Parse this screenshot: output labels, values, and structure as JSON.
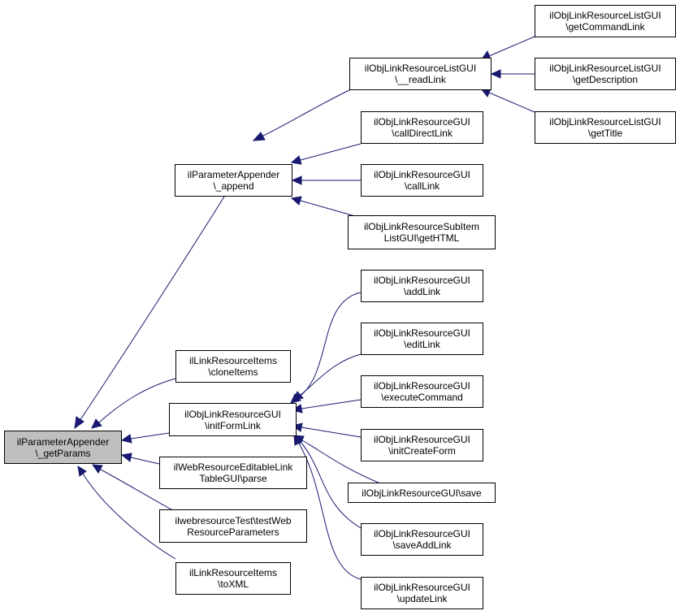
{
  "colors": {
    "edge": "#191970",
    "root_fill": "#bfbfbf",
    "node_fill": "#ffffff",
    "node_border": "#000000"
  },
  "nodes": {
    "root": [
      "ilParameterAppender",
      "\\_getParams"
    ],
    "append": [
      "ilParameterAppender",
      "\\_append"
    ],
    "readLink": [
      "ilObjLinkResourceListGUI",
      "\\__readLink"
    ],
    "getCommandLink": [
      "ilObjLinkResourceListGUI",
      "\\getCommandLink"
    ],
    "getDescription": [
      "ilObjLinkResourceListGUI",
      "\\getDescription"
    ],
    "getTitle": [
      "ilObjLinkResourceListGUI",
      "\\getTitle"
    ],
    "callDirectLink": [
      "ilObjLinkResourceGUI",
      "\\callDirectLink"
    ],
    "callLink": [
      "ilObjLinkResourceGUI",
      "\\callLink"
    ],
    "getHTML": [
      "ilObjLinkResourceSubItem",
      "ListGUI\\getHTML"
    ],
    "cloneItems": [
      "ilLinkResourceItems",
      "\\cloneItems"
    ],
    "initFormLink": [
      "ilObjLinkResourceGUI",
      "\\initFormLink"
    ],
    "addLink": [
      "ilObjLinkResourceGUI",
      "\\addLink"
    ],
    "editLink": [
      "ilObjLinkResourceGUI",
      "\\editLink"
    ],
    "executeCommand": [
      "ilObjLinkResourceGUI",
      "\\executeCommand"
    ],
    "initCreateForm": [
      "ilObjLinkResourceGUI",
      "\\initCreateForm"
    ],
    "save": [
      "ilObjLinkResourceGUI\\save"
    ],
    "saveAddLink": [
      "ilObjLinkResourceGUI",
      "\\saveAddLink"
    ],
    "updateLink": [
      "ilObjLinkResourceGUI",
      "\\updateLink"
    ],
    "parse": [
      "ilWebResourceEditableLink",
      "TableGUI\\parse"
    ],
    "testWeb": [
      "ilwebresourceTest\\testWeb",
      "ResourceParameters"
    ],
    "toXML": [
      "ilLinkResourceItems",
      "\\toXML"
    ]
  },
  "edges": [
    [
      "append",
      "root"
    ],
    [
      "readLink",
      "append"
    ],
    [
      "getCommandLink",
      "readLink"
    ],
    [
      "getDescription",
      "readLink"
    ],
    [
      "getTitle",
      "readLink"
    ],
    [
      "callDirectLink",
      "append"
    ],
    [
      "callLink",
      "append"
    ],
    [
      "getHTML",
      "append"
    ],
    [
      "cloneItems",
      "root"
    ],
    [
      "initFormLink",
      "root"
    ],
    [
      "addLink",
      "initFormLink"
    ],
    [
      "editLink",
      "initFormLink"
    ],
    [
      "executeCommand",
      "initFormLink"
    ],
    [
      "initCreateForm",
      "initFormLink"
    ],
    [
      "save",
      "initFormLink"
    ],
    [
      "saveAddLink",
      "initFormLink"
    ],
    [
      "updateLink",
      "initFormLink"
    ],
    [
      "parse",
      "root"
    ],
    [
      "testWeb",
      "root"
    ],
    [
      "toXML",
      "root"
    ]
  ]
}
